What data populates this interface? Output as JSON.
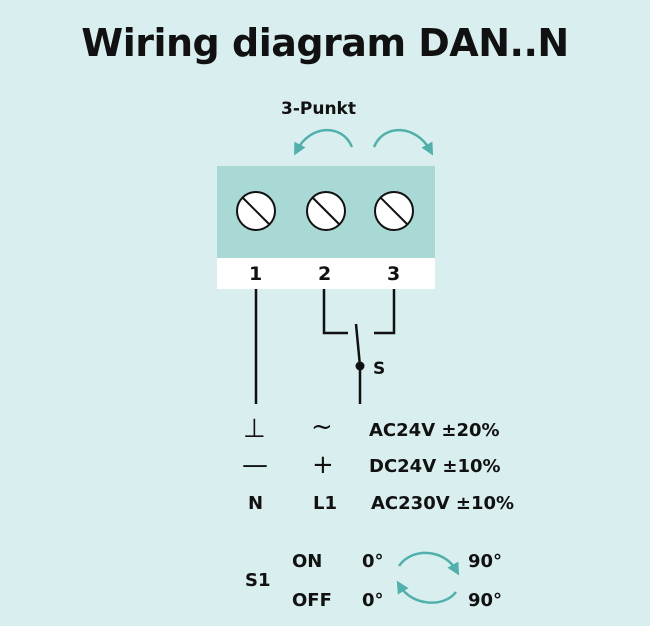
{
  "title": "Wiring diagram DAN..N",
  "mode_label": "3-Punkt",
  "terminals": [
    "1",
    "2",
    "3"
  ],
  "switch_label": "S",
  "supply_rows": [
    {
      "terminal_1": "⊥",
      "terminal_2": "~",
      "spec": "AC24V ±20%"
    },
    {
      "terminal_1": "—",
      "terminal_2": "+",
      "spec": "DC24V ±10%"
    },
    {
      "terminal_1": "N",
      "terminal_2": "L1",
      "spec": "AC230V ±10%"
    }
  ],
  "s1": {
    "label": "S1",
    "rows": [
      {
        "state": "ON",
        "from": "0°",
        "to": "90°"
      },
      {
        "state": "OFF",
        "from": "0°",
        "to": "90°"
      }
    ]
  },
  "colors": {
    "background": "#d9eeee",
    "terminal_block": "#a9d9d5",
    "arrow": "#4fb0ac",
    "ink": "#111111"
  }
}
